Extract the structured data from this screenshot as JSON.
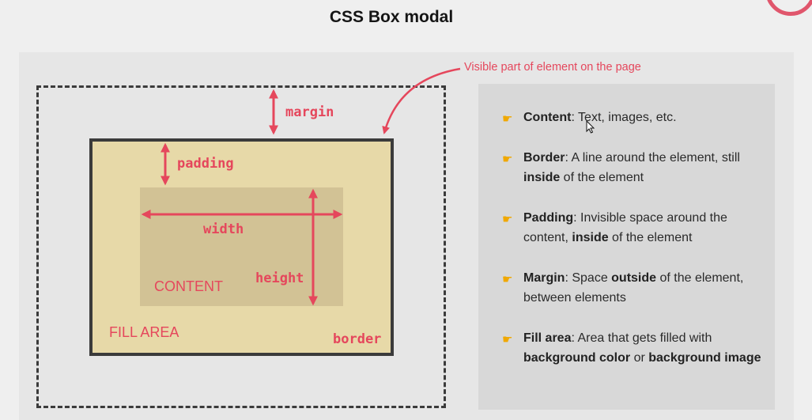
{
  "title": "CSS Box modal",
  "annotation": "Visible part of element on the page",
  "labels": {
    "margin": "margin",
    "padding": "padding",
    "width": "width",
    "height": "height",
    "content": "CONTENT",
    "fill_area": "FILL AREA",
    "border": "border"
  },
  "items": [
    {
      "term": "Content",
      "sep": ": ",
      "parts": [
        {
          "t": "Text, images, etc.",
          "b": false
        }
      ]
    },
    {
      "term": "Border",
      "sep": ": ",
      "parts": [
        {
          "t": "A line around the element, still ",
          "b": false
        },
        {
          "t": "inside",
          "b": true
        },
        {
          "t": " of the element",
          "b": false
        }
      ]
    },
    {
      "term": "Padding",
      "sep": ": ",
      "parts": [
        {
          "t": "Invisible space around the content, ",
          "b": false
        },
        {
          "t": "inside",
          "b": true
        },
        {
          "t": " of the element",
          "b": false
        }
      ]
    },
    {
      "term": "Margin",
      "sep": ": ",
      "parts": [
        {
          "t": "Space ",
          "b": false
        },
        {
          "t": "outside",
          "b": true
        },
        {
          "t": " of the element, between elements",
          "b": false
        }
      ]
    },
    {
      "term": "Fill area",
      "sep": ": ",
      "parts": [
        {
          "t": "Area that gets filled with ",
          "b": false
        },
        {
          "t": "background color",
          "b": true
        },
        {
          "t": " or ",
          "b": false
        },
        {
          "t": "background image",
          "b": true
        }
      ]
    }
  ],
  "colors": {
    "accent": "#e5475c",
    "fill_area": "#e7d9a8",
    "content_area": "#d2c295",
    "border": "#3b3b3b",
    "bullet": "#f0a800"
  },
  "icons": {
    "bullet": "pointing-hand-icon",
    "cursor": "mouse-cursor-icon"
  }
}
